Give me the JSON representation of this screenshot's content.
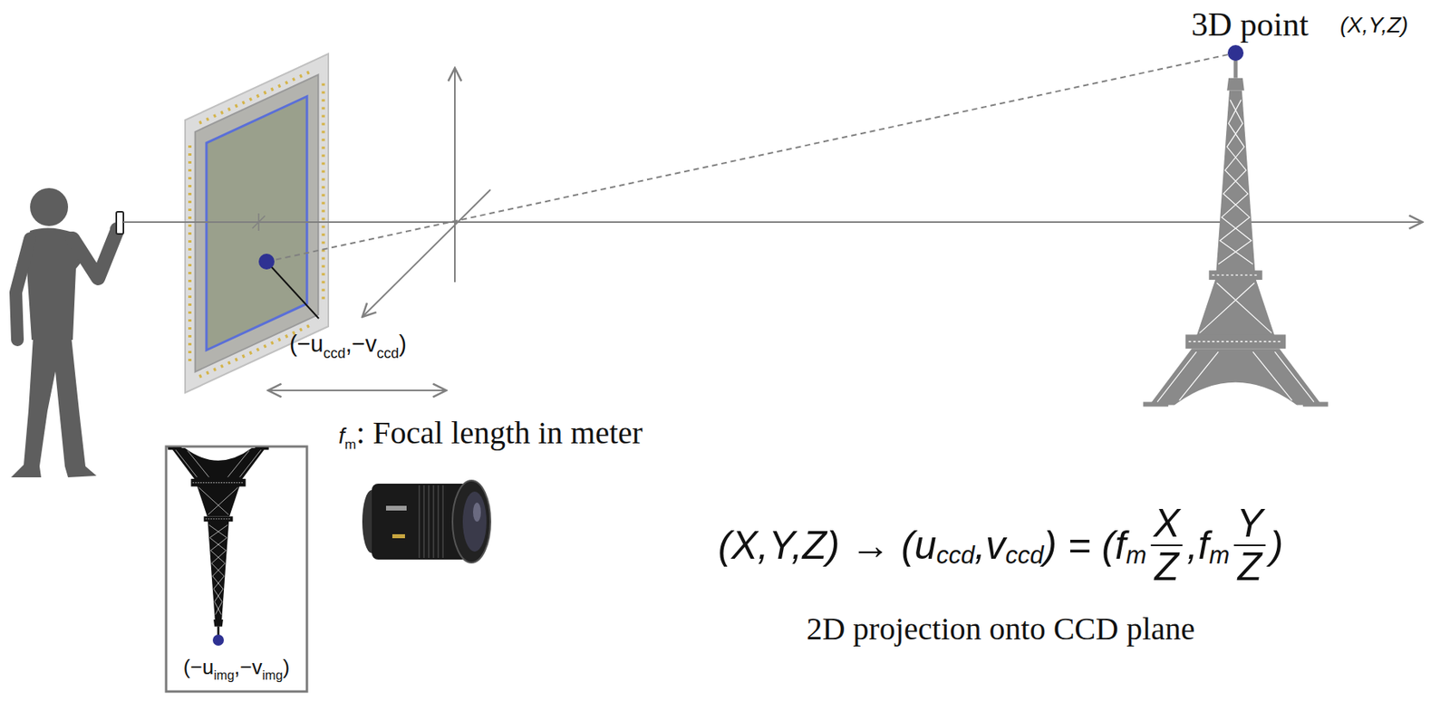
{
  "diagram": {
    "labels": [
      "3D point",
      "(X,Y,Z)",
      "(−u",
      "ccd",
      ",−v",
      "ccd",
      ")",
      "f",
      "m",
      ": Focal length in meter",
      "(−u",
      "img",
      ",−v",
      "img",
      ")",
      "(X,Y,Z) → (u",
      "ccd",
      ",v",
      "ccd",
      ") = (",
      "f",
      "m",
      "X",
      "Z",
      ",",
      "f",
      "m",
      "Y",
      "Z",
      ")",
      "2D projection onto CCD plane"
    ]
  }
}
